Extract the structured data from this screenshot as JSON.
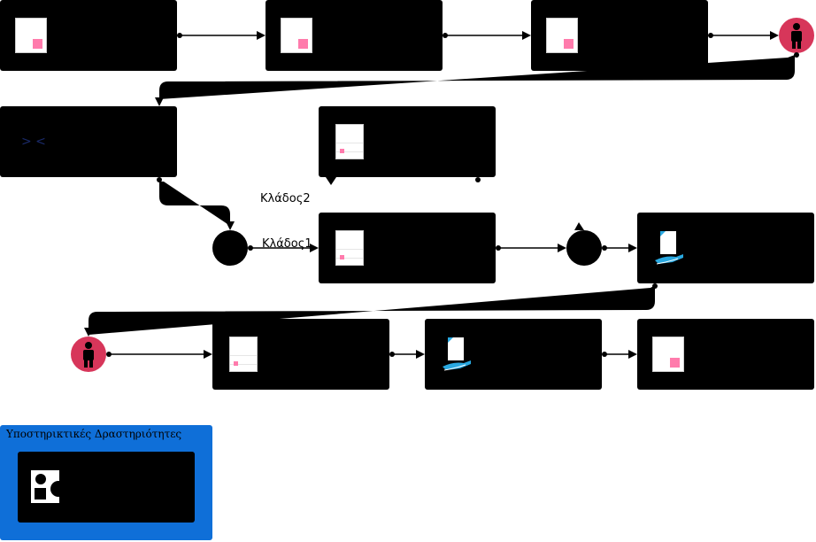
{
  "colors": {
    "box": "#000000",
    "actor": "#d7365a",
    "accent_pink": "#ff7bac",
    "pool": "#0f6fd8",
    "doc_blue": "#29a8e0"
  },
  "gateway_labels": {
    "branch2": "Κλάδος2",
    "branch1": "Κλάδος1"
  },
  "pool": {
    "title": "Υποστηρικτικές Δραστηριότητες"
  },
  "row1_text": {
    "symbols": "> <"
  },
  "icons": {
    "actor": "person-icon",
    "document": "document-icon",
    "handoff": "hand-document-icon",
    "shapes": "shapes-icon"
  }
}
